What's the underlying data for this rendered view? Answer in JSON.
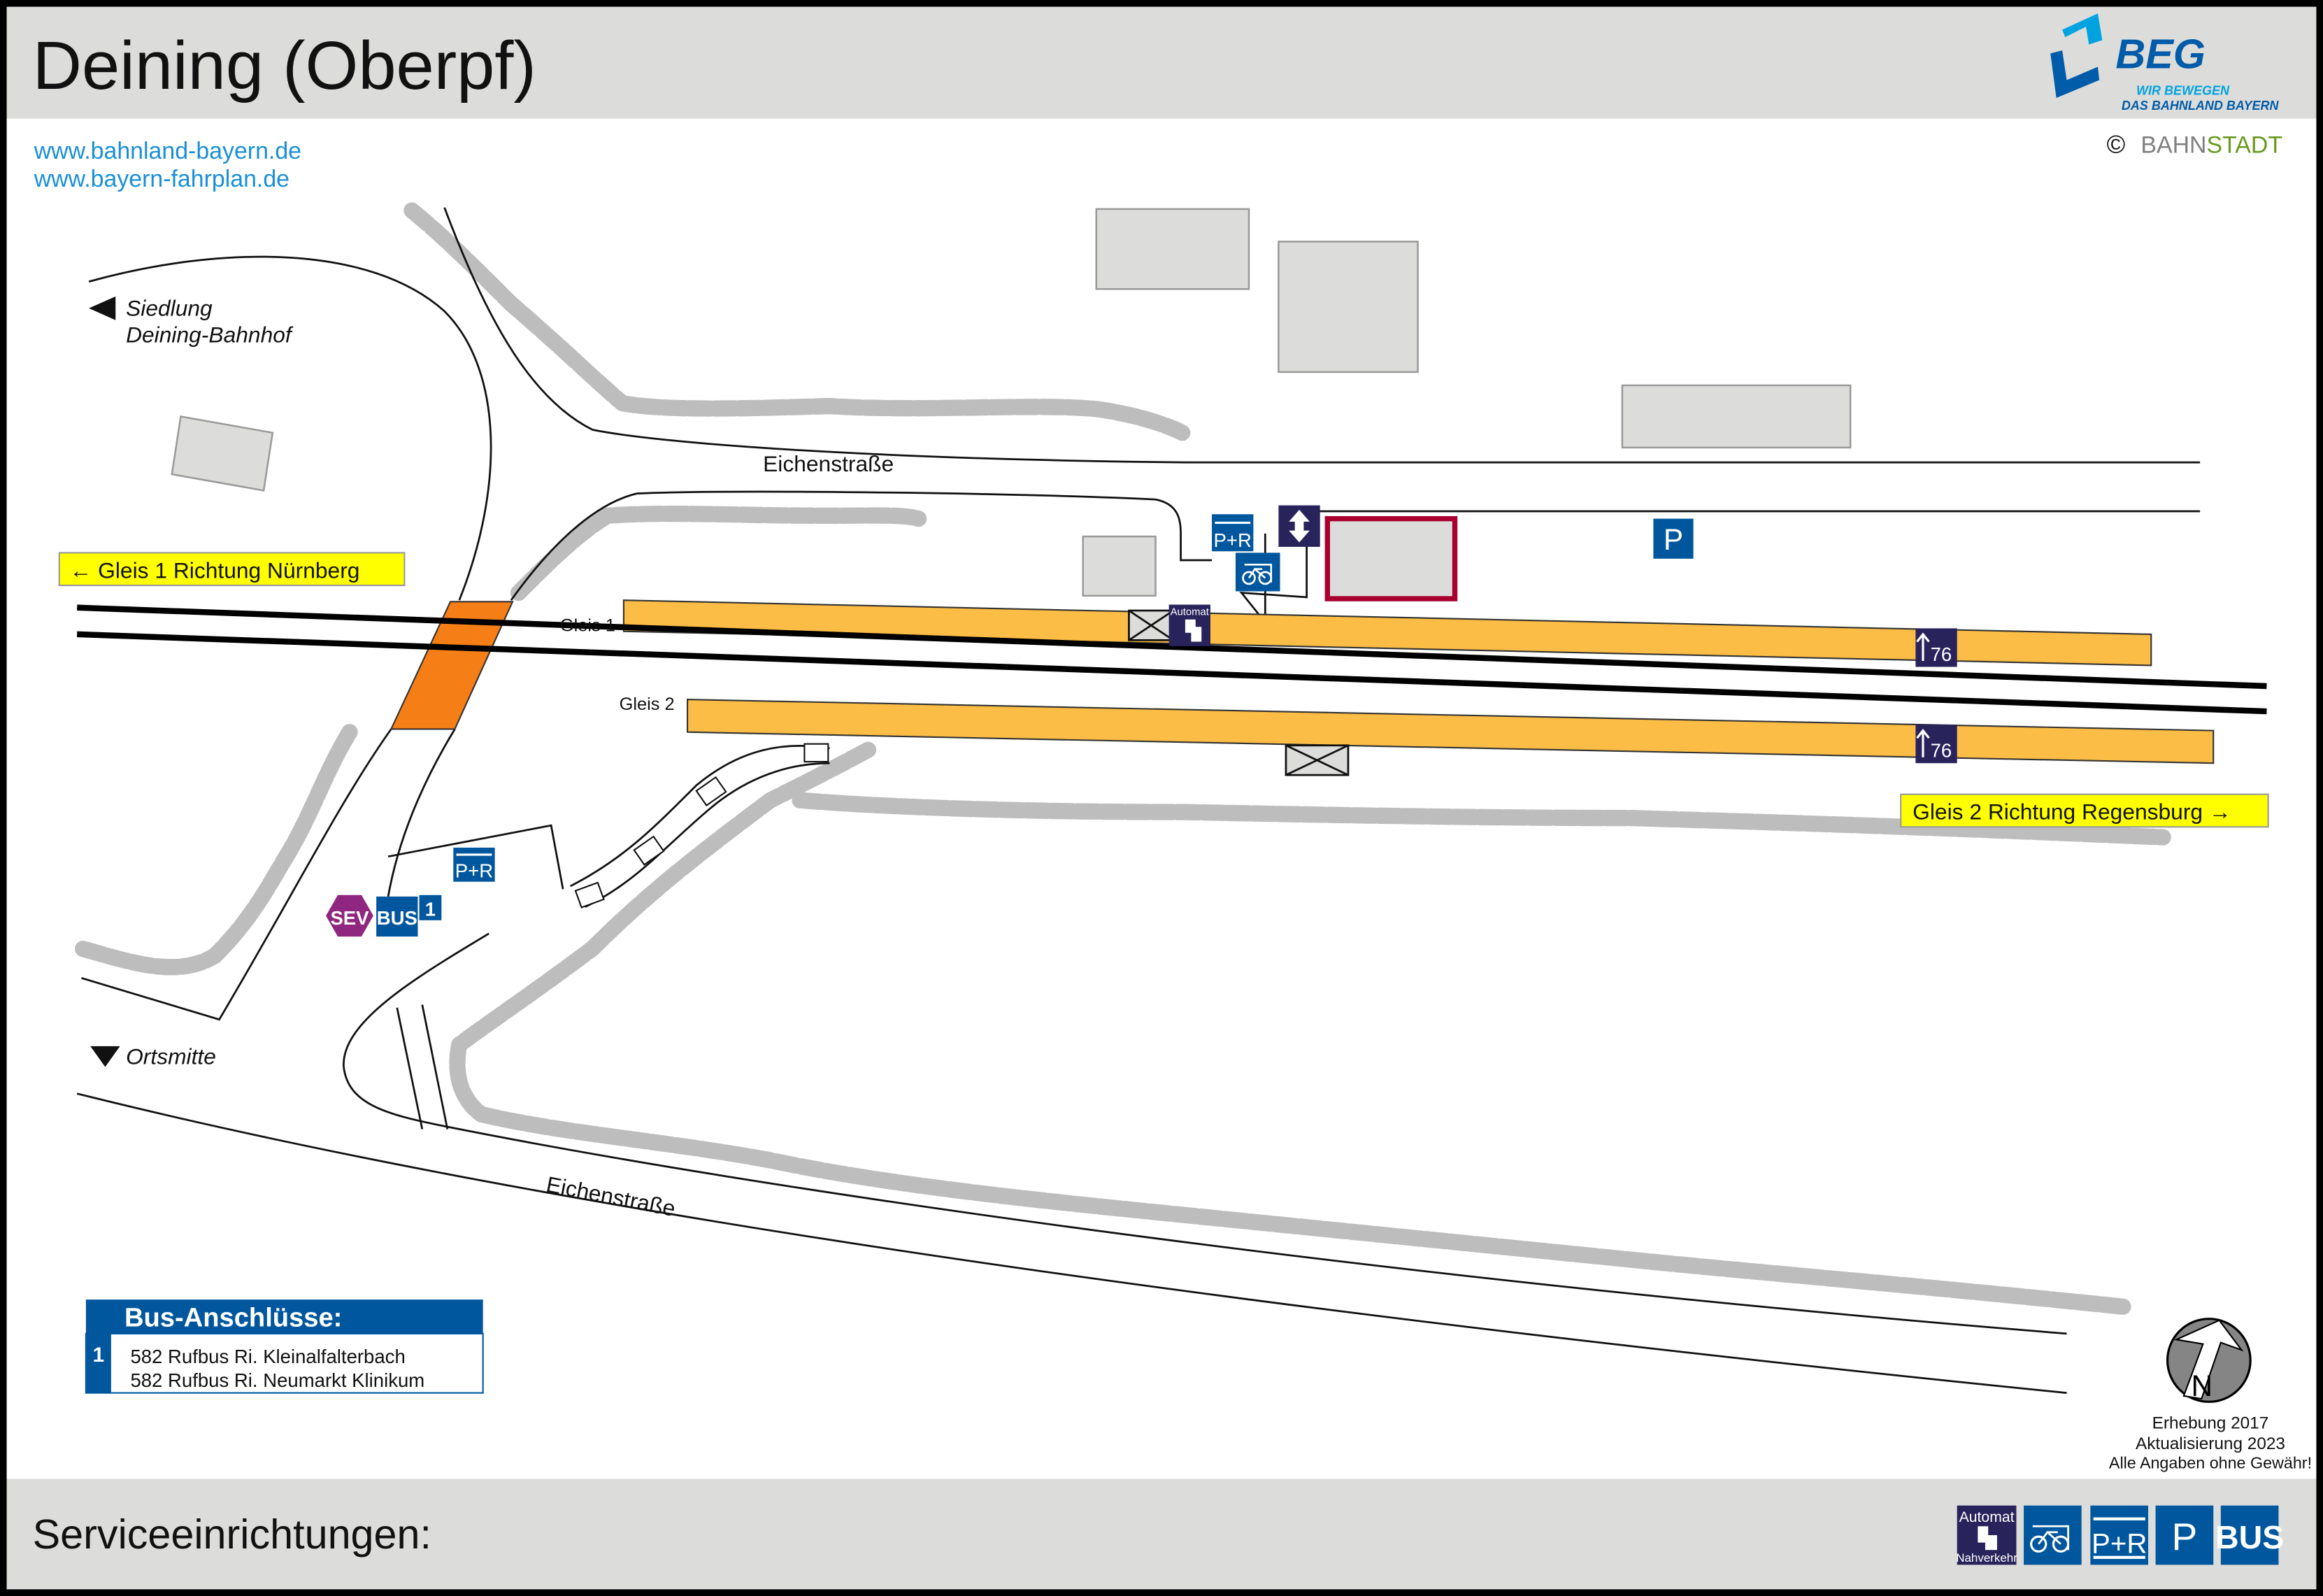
{
  "header": {
    "title": "Deining (Oberpf)",
    "logo_text": "BEG",
    "logo_tagline_1": "WIR BEWEGEN",
    "logo_tagline_2": "DAS BAHNLAND BAYERN",
    "copyright_symbol": "©",
    "copyright_brand_1": "BAHN",
    "copyright_brand_2": "STADT"
  },
  "links": [
    "www.bahnland-bayern.de",
    "www.bayern-fahrplan.de"
  ],
  "map": {
    "street_north": "Eichenstraße",
    "street_south": "Eichenstraße",
    "destination_nw_1": "Siedlung",
    "destination_nw_2": "Deining-Bahnhof",
    "destination_sw": "Ortsmitte",
    "platform_1_label": "Gleis 1",
    "platform_2_label": "Gleis 2",
    "direction_1": "← Gleis 1 Richtung Nürnberg",
    "direction_2": "Gleis 2 Richtung Regensburg →",
    "platform_height_1": "76",
    "platform_height_2": "76",
    "icons": {
      "park_ride": "P+R",
      "parking": "P",
      "automat": "Automat",
      "bus": "BUS",
      "sev": "SEV",
      "bus_stop_number": "1"
    }
  },
  "bus_connections": {
    "title": "Bus-Anschlüsse:",
    "stop_number": "1",
    "lines": [
      "582 Rufbus Ri. Kleinalfalterbach",
      "582 Rufbus Ri. Neumarkt Klinikum"
    ]
  },
  "notes": {
    "compass_letter": "N",
    "survey": "Erhebung 2017",
    "update": "Aktualisierung 2023",
    "disclaimer": "Alle Angaben ohne Gewähr!"
  },
  "footer": {
    "title": "Serviceeinrichtungen:",
    "icons": {
      "automat_top": "Automat",
      "automat_bottom": "Nahverkehr",
      "park_ride": "P+R",
      "parking": "P",
      "bus": "BUS"
    }
  },
  "colors": {
    "header_bg": "#dcdcdb",
    "link": "#1a8fd8",
    "platform": "#fbbd45",
    "crossing": "#f57f16",
    "sign_blue": "#00579e",
    "sign_navy": "#29235c",
    "direction_box": "#ffff00",
    "highlight_building": "#a8002f"
  }
}
